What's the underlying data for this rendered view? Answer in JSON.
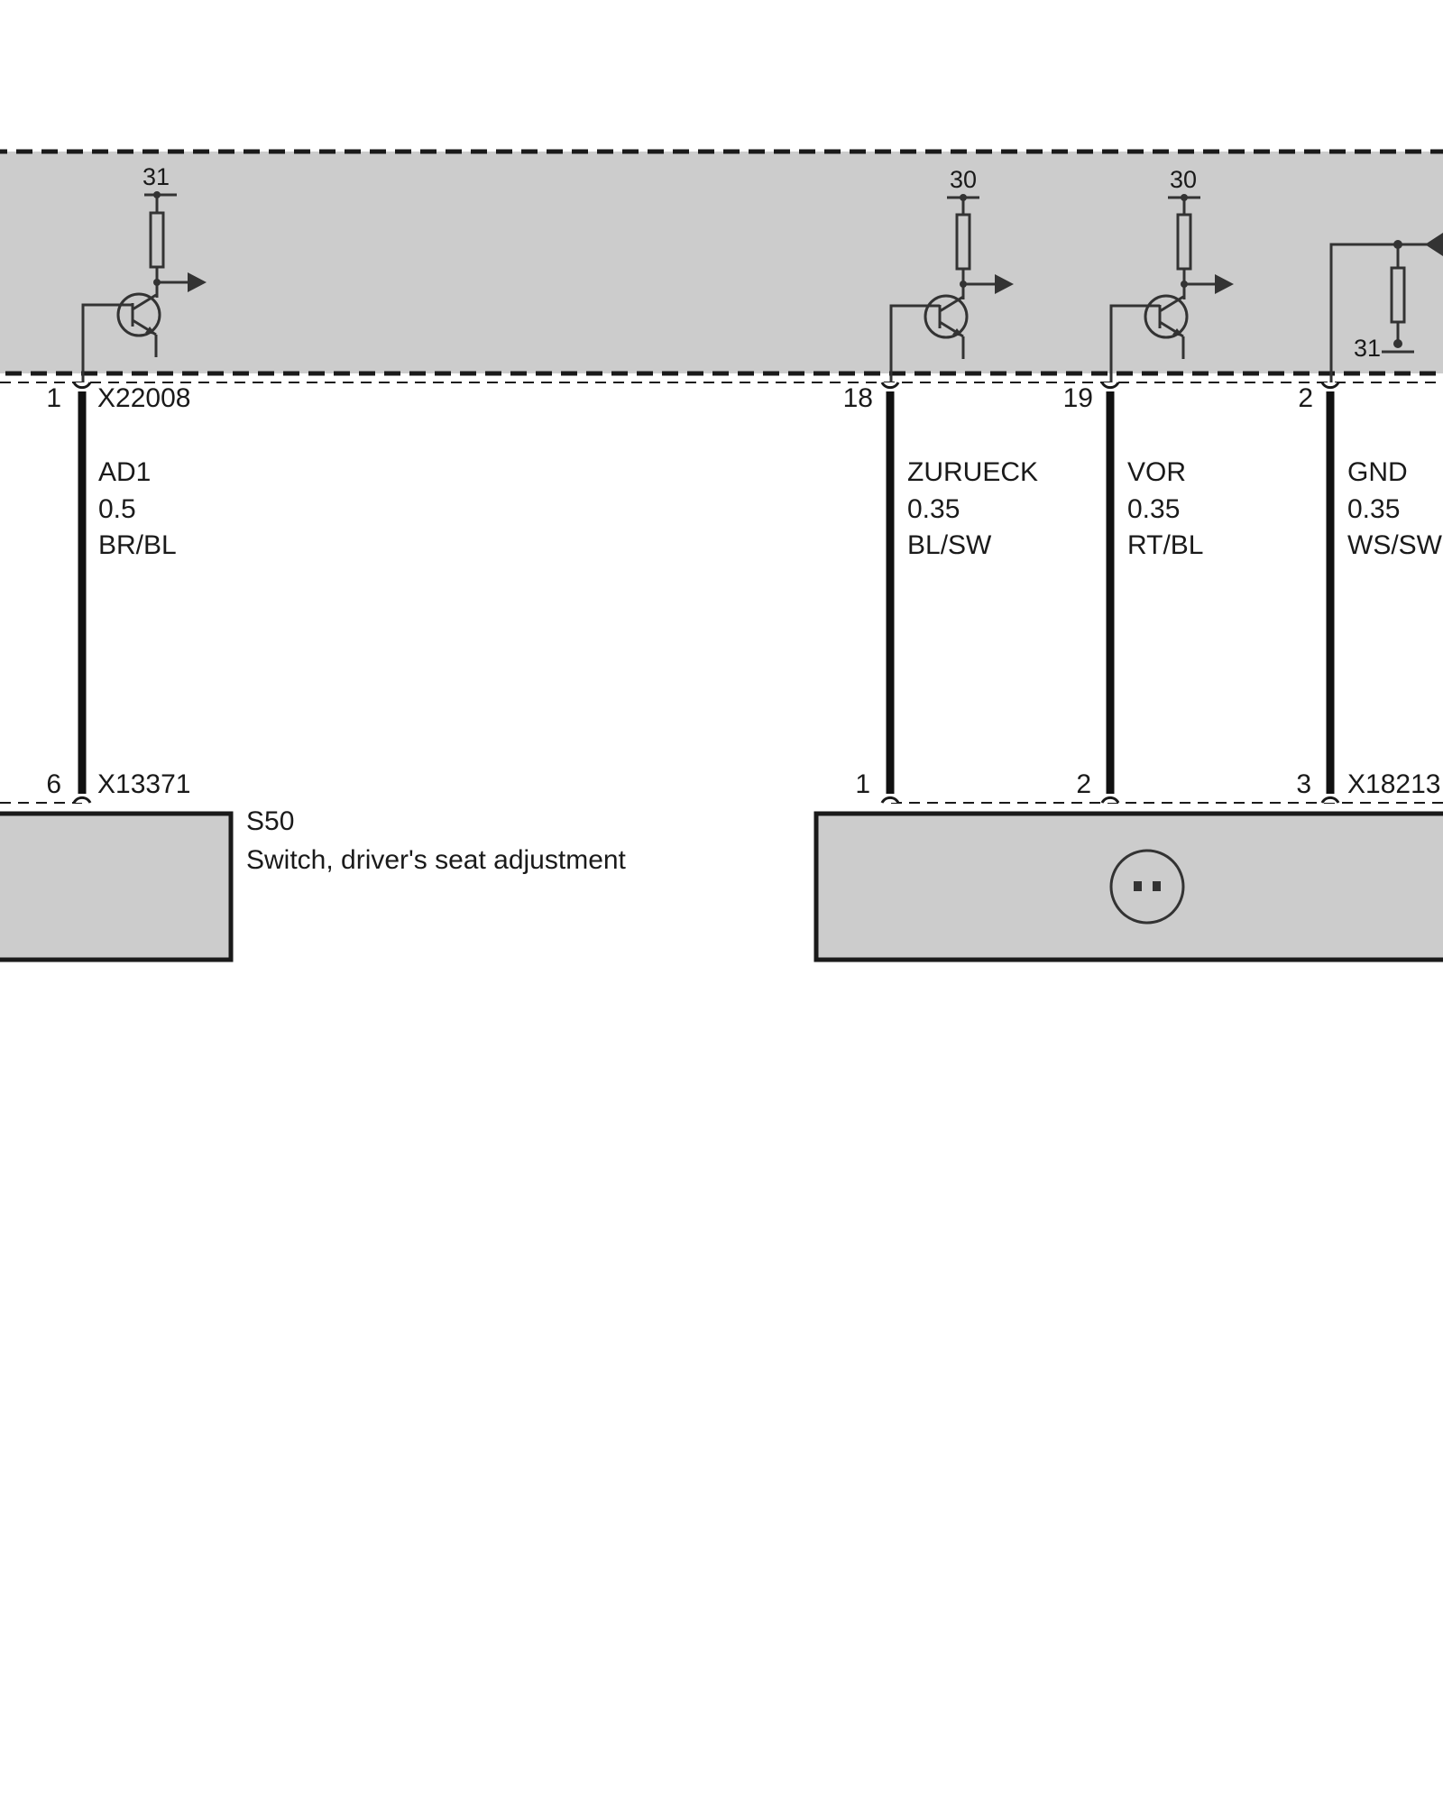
{
  "control_unit": {
    "supply_labels": [
      "31",
      "30",
      "30"
    ],
    "ground_label": "31"
  },
  "top_connector": {
    "name": "X22008",
    "pins": [
      "1",
      "18",
      "19",
      "2"
    ]
  },
  "wires": [
    {
      "signal": "AD1",
      "gauge": "0.5",
      "color": "BR/BL"
    },
    {
      "signal": "ZURUECK",
      "gauge": "0.35",
      "color": "BL/SW"
    },
    {
      "signal": "VOR",
      "gauge": "0.35",
      "color": "RT/BL"
    },
    {
      "signal": "GND",
      "gauge": "0.35",
      "color": "WS/SW"
    }
  ],
  "switch_connector": {
    "name": "X13371",
    "pin": "6"
  },
  "switch_component": {
    "id": "S50",
    "description": "Switch, driver's seat adjustment"
  },
  "motor_connector": {
    "name": "X18213",
    "pins": [
      "1",
      "2",
      "3"
    ]
  },
  "colors": {
    "module_fill": "#cccccc",
    "line": "#1a1a1a",
    "symbol": "#333333"
  }
}
